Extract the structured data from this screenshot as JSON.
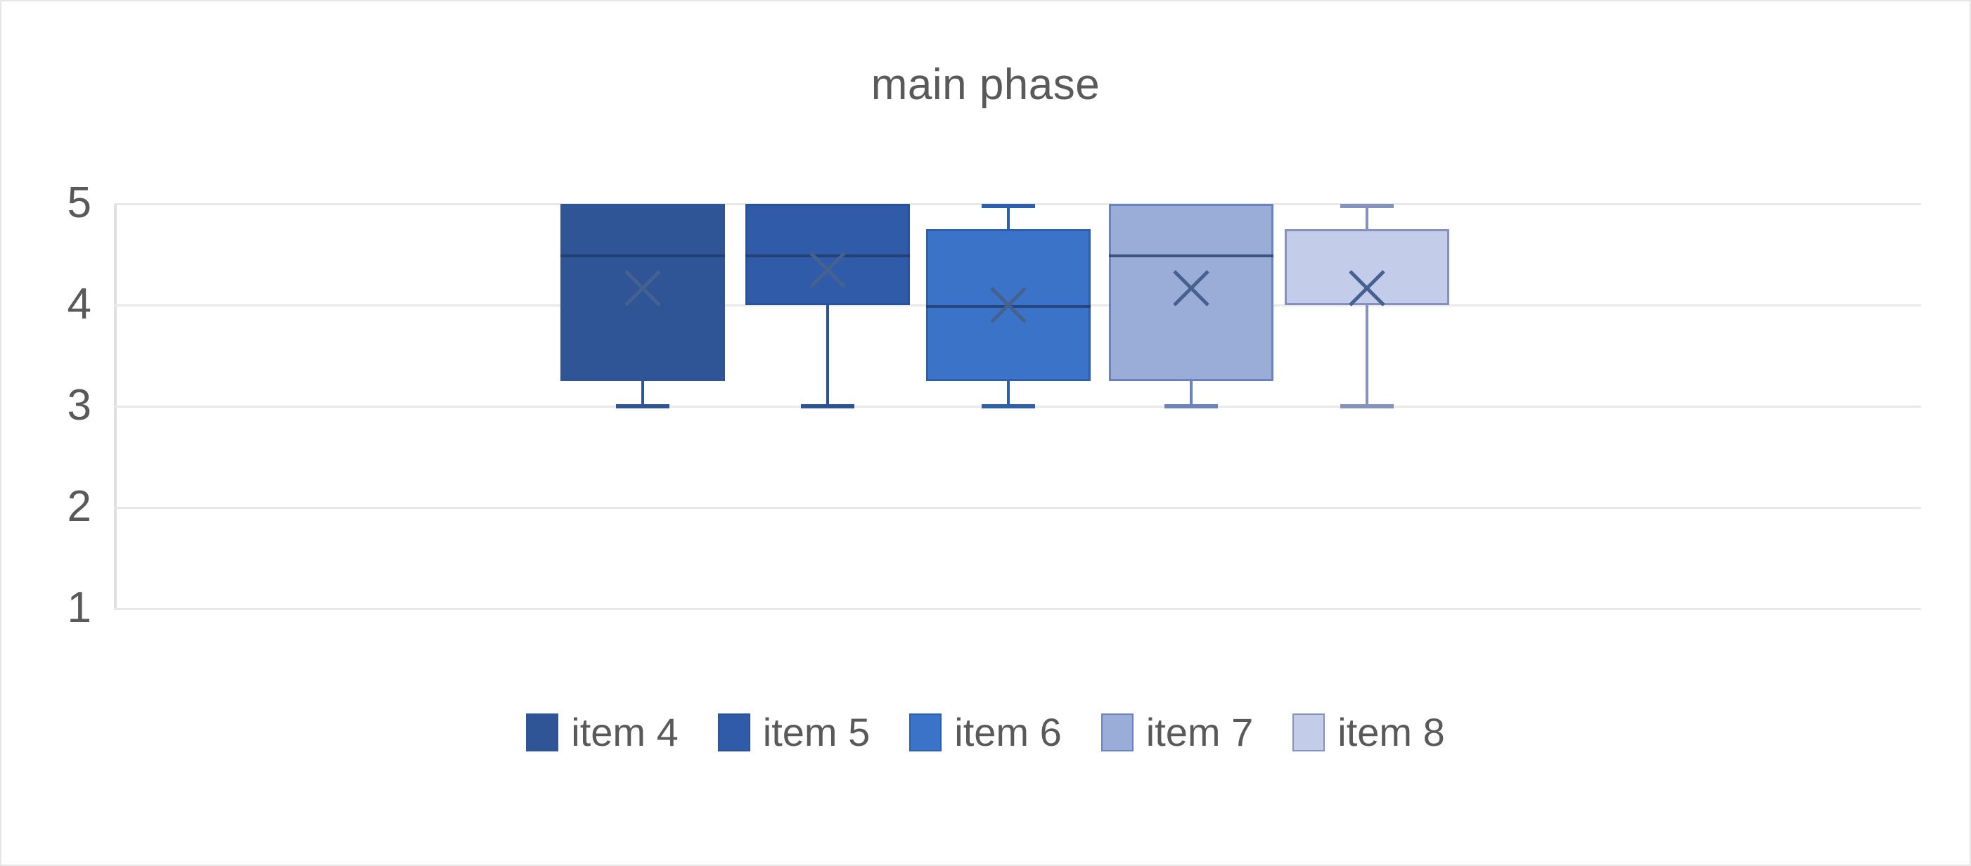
{
  "chart_data": {
    "type": "box",
    "title": "main phase",
    "xlabel": "",
    "ylabel": "",
    "ylim": [
      1,
      5
    ],
    "yticks": [
      5,
      4,
      3,
      2,
      1
    ],
    "grid": true,
    "legend_position": "bottom",
    "categories": [
      "item 4",
      "item 5",
      "item 6",
      "item 7",
      "item 8"
    ],
    "series": [
      {
        "name": "item 4",
        "color": "#2F5597",
        "border": "#2F5597",
        "min": 3.0,
        "q1": 3.25,
        "median": 4.5,
        "q3": 5.0,
        "max": 5.0,
        "mean": 4.17
      },
      {
        "name": "item 5",
        "color": "#305BA8",
        "border": "#2B5199",
        "min": 3.0,
        "q1": 4.0,
        "median": 4.5,
        "q3": 5.0,
        "max": 5.0,
        "mean": 4.35
      },
      {
        "name": "item 6",
        "color": "#3A73C8",
        "border": "#2E5FAC",
        "min": 3.0,
        "q1": 3.25,
        "median": 4.0,
        "q3": 4.75,
        "max": 5.0,
        "mean": 4.0
      },
      {
        "name": "item 7",
        "color": "#9AADD9",
        "border": "#6A83BC",
        "min": 3.0,
        "q1": 3.25,
        "median": 4.5,
        "q3": 5.0,
        "max": 5.0,
        "mean": 4.17
      },
      {
        "name": "item 8",
        "color": "#C3CCE8",
        "border": "#8592BE",
        "min": 3.0,
        "q1": 4.0,
        "median": 4.0,
        "q3": 4.75,
        "max": 5.0,
        "mean": 4.17
      }
    ]
  },
  "chart": {
    "title": "main phase",
    "axis": {
      "ticks": [
        "5",
        "4",
        "3",
        "2",
        "1"
      ]
    }
  },
  "legend": {
    "items": [
      {
        "label": "item 4",
        "color": "#2F5597",
        "border": "#2F5597"
      },
      {
        "label": "item 5",
        "color": "#305BA8",
        "border": "#2B5199"
      },
      {
        "label": "item 6",
        "color": "#3A73C8",
        "border": "#2E5FAC"
      },
      {
        "label": "item 7",
        "color": "#9AADD9",
        "border": "#6A83BC"
      },
      {
        "label": "item 8",
        "color": "#C3CCE8",
        "border": "#8592BE"
      }
    ]
  },
  "colors": {
    "title_text": "#595959",
    "tick_text": "#595959",
    "gridline": "#E8E8E8",
    "plot_background": "#FFFFFF",
    "frame_border": "#E6E6E6"
  }
}
